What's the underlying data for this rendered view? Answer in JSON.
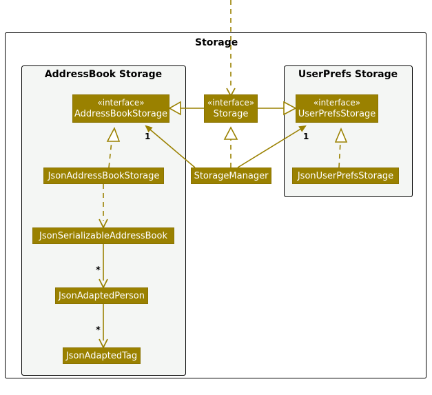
{
  "diagram": {
    "type": "uml-class-diagram",
    "colors": {
      "class_fill": "#9A8100",
      "class_border": "#8A7300",
      "class_text": "#FFFFFF",
      "line": "#9A8100",
      "package_border": "#000000",
      "package_fill": "#F4F6F4",
      "background": "#FFFFFF",
      "label_text": "#000000"
    },
    "outer_package": {
      "title": "Storage"
    },
    "packages": [
      {
        "id": "addressbook",
        "title": "AddressBook Storage"
      },
      {
        "id": "userprefs",
        "title": "UserPrefs Storage"
      }
    ],
    "classes": [
      {
        "id": "addressbookstorage",
        "stereotype": "«interface»",
        "name": "AddressBookStorage"
      },
      {
        "id": "storage",
        "stereotype": "«interface»",
        "name": "Storage"
      },
      {
        "id": "userprefsstorage",
        "stereotype": "«interface»",
        "name": "UserPrefsStorage"
      },
      {
        "id": "jsonaddressbookstorage",
        "stereotype": "",
        "name": "JsonAddressBookStorage"
      },
      {
        "id": "storagemanager",
        "stereotype": "",
        "name": "StorageManager"
      },
      {
        "id": "jsonuserprefsstorage",
        "stereotype": "",
        "name": "JsonUserPrefsStorage"
      },
      {
        "id": "jsonserializableaddressbook",
        "stereotype": "",
        "name": "JsonSerializableAddressBook"
      },
      {
        "id": "jsonadaptedperson",
        "stereotype": "",
        "name": "JsonAdaptedPerson"
      },
      {
        "id": "jsonadaptedtag",
        "stereotype": "",
        "name": "JsonAdaptedTag"
      }
    ],
    "multiplicities": [
      {
        "id": "mult-addressbookstorage",
        "text": "1"
      },
      {
        "id": "mult-userprefsstorage",
        "text": "1"
      },
      {
        "id": "mult-person",
        "text": "*"
      },
      {
        "id": "mult-tag",
        "text": "*"
      }
    ],
    "relationships": [
      {
        "from": "storage",
        "to": "addressbookstorage",
        "kind": "generalization"
      },
      {
        "from": "storage",
        "to": "userprefsstorage",
        "kind": "generalization"
      },
      {
        "from": "storagemanager",
        "to": "storage",
        "kind": "realization"
      },
      {
        "from": "storagemanager",
        "to": "addressbookstorage",
        "kind": "association",
        "multiplicity": "1"
      },
      {
        "from": "storagemanager",
        "to": "userprefsstorage",
        "kind": "association",
        "multiplicity": "1"
      },
      {
        "from": "jsonaddressbookstorage",
        "to": "addressbookstorage",
        "kind": "realization"
      },
      {
        "from": "jsonuserprefsstorage",
        "to": "userprefsstorage",
        "kind": "realization"
      },
      {
        "from": "jsonaddressbookstorage",
        "to": "jsonserializableaddressbook",
        "kind": "dependency"
      },
      {
        "from": "jsonserializableaddressbook",
        "to": "jsonadaptedperson",
        "kind": "association",
        "multiplicity": "*"
      },
      {
        "from": "jsonadaptedperson",
        "to": "jsonadaptedtag",
        "kind": "association",
        "multiplicity": "*"
      },
      {
        "from": "external",
        "to": "storage",
        "kind": "dependency"
      }
    ]
  }
}
